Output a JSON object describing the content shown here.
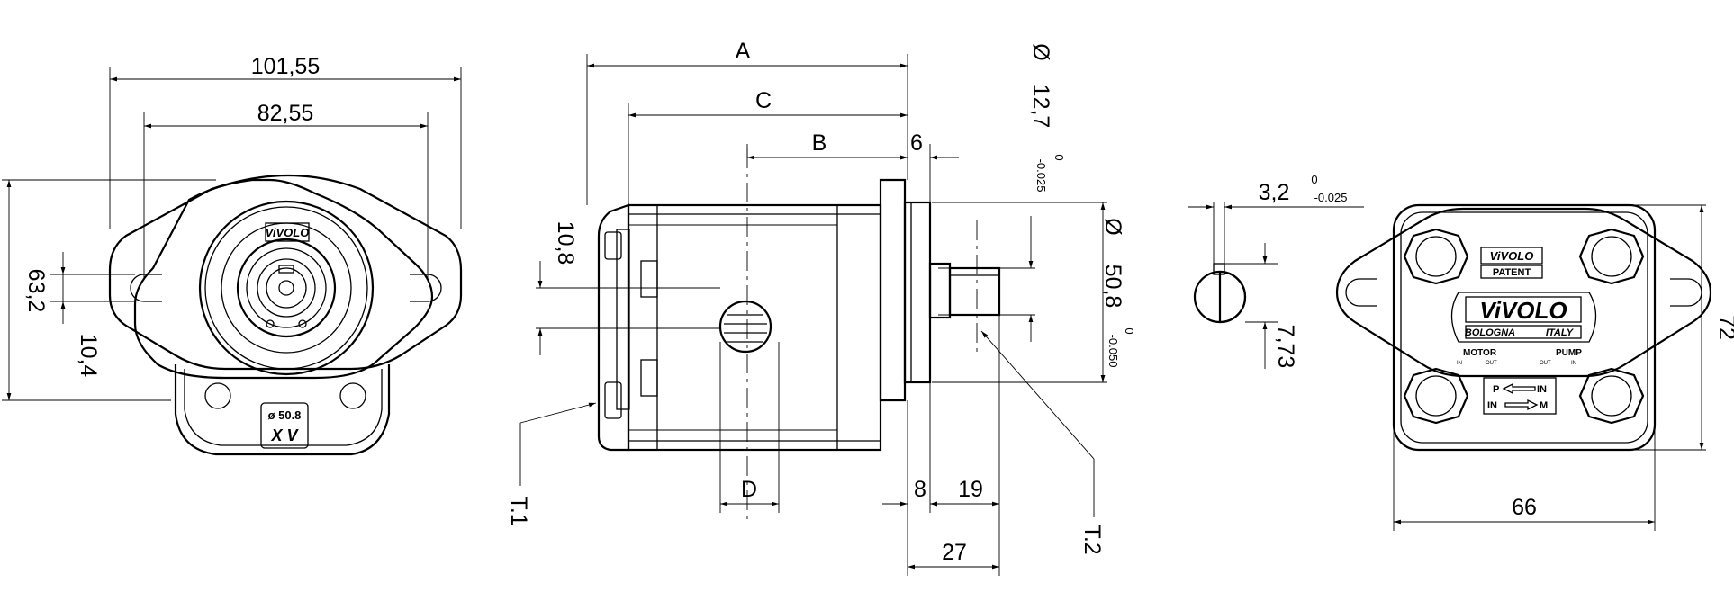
{
  "dimensions": {
    "flange_width": "101,55",
    "hole_spacing": "82,55",
    "flange_height": "63,2",
    "slot_width": "10,4",
    "dim_a": "A",
    "dim_b": "B",
    "dim_c": "C",
    "dim_d": "D",
    "shaft_offset": "6",
    "port_height": "10,8",
    "shaft_dia": "12,7",
    "shaft_dia_tol_upper": "0",
    "shaft_dia_tol_lower": "-0.025",
    "pilot_dia": "50,8",
    "pilot_dia_tol_upper": "0",
    "pilot_dia_tol_lower": "-0.050",
    "pilot_length": "8",
    "shaft_length": "19",
    "total_shaft": "27",
    "key_width": "3,2",
    "key_width_tol_upper": "0",
    "key_width_tol_lower": "-0.025",
    "key_depth": "7,73",
    "body_height": "72",
    "body_width": "66",
    "diameter_symbol": "Ø"
  },
  "thread_labels": {
    "t1": "T.1",
    "t2": "T.2"
  },
  "markings": {
    "brand": "ViVOLO",
    "patent": "PATENT",
    "city": "BOLOGNA",
    "country": "ITALY",
    "motor": "MOTOR",
    "pump": "PUMP",
    "port_p": "P",
    "port_in_1": "IN",
    "port_in_2": "IN",
    "port_m": "M",
    "in_small_1": "IN",
    "out_small_1": "OUT",
    "out_small_2": "OUT",
    "in_small_2": "IN",
    "pilot_mark": "ø 50.8",
    "series_mark": "X V"
  }
}
